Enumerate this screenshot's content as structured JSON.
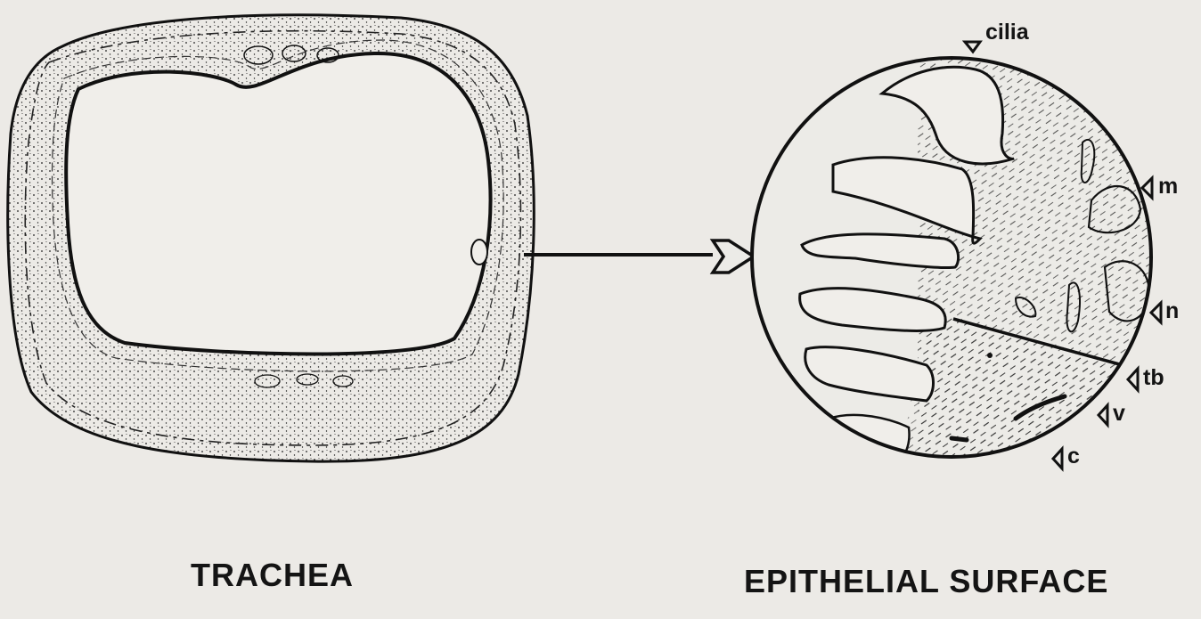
{
  "captions": {
    "left": "TRACHEA",
    "right": "EPITHELIAL SURFACE"
  },
  "callouts": {
    "cilia": "cilia",
    "m": "m",
    "n": "n",
    "tb": "tb",
    "v": "v",
    "c": "c"
  }
}
